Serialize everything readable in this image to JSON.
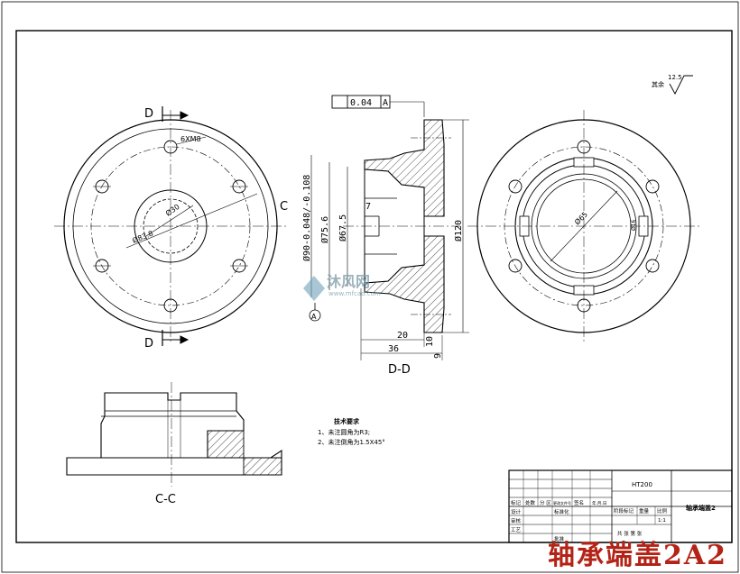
{
  "views": {
    "left_label_top": "D",
    "left_label_bottom": "D",
    "left_label_side": "C",
    "section_dd": "D-D",
    "section_cc": "C-C"
  },
  "dimensions": {
    "holes": "6XM8",
    "pcd": "Ø83.8",
    "bore_left": "Ø30",
    "tolerance": "0.04",
    "datum": "A",
    "dia_90": "Ø90-0.048/-0.108",
    "dia_75": "Ø75.6",
    "dia_67": "Ø67.5",
    "dia_120": "Ø120",
    "depth_7": "7",
    "len_20": "20",
    "len_36": "36",
    "len_10": "10",
    "len_9": "9",
    "bore_right": "Ø65",
    "width_right": "Ø16"
  },
  "roughness": {
    "label": "其余",
    "value": "12.5"
  },
  "tech_requirements": {
    "title": "技术要求",
    "items": [
      "1、未注圆角为R3;",
      "2、未注倒角为1.5X45°"
    ]
  },
  "title_block": {
    "material": "HT200",
    "part_name": "轴承端盖2",
    "scale": "1:1",
    "col_labels": [
      "标记",
      "处数",
      "分 区",
      "更改文件号",
      "签名",
      "年.月.日"
    ],
    "row_labels": [
      "设计",
      "标准化",
      "审核",
      "工艺",
      "批准"
    ],
    "stage_label": "阶段标记",
    "weight_label": "重量",
    "ratio_label": "比例",
    "sheet_label": "共  张   第  张"
  },
  "watermark": {
    "brand": "沐风网",
    "url": "www.mfcad.com"
  },
  "caption": "轴承端盖2A2"
}
